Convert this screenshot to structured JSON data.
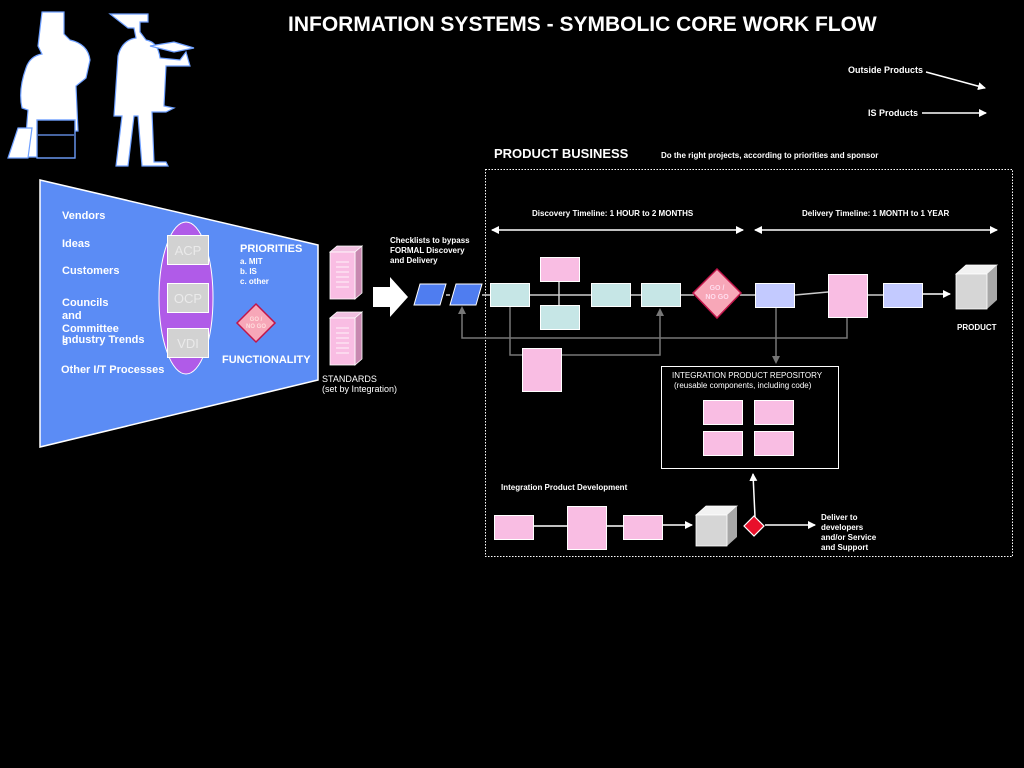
{
  "title": "INFORMATION SYSTEMS - SYMBOLIC CORE WORK FLOW",
  "legend": {
    "outside_products": "Outside Products",
    "is_products": "IS Products"
  },
  "funnel": {
    "inputs": [
      "Vendors",
      "Ideas",
      "Customers",
      "Councils\nand\nCommittee\ns",
      "Industry Trends",
      "Other I/T Processes"
    ],
    "filters": [
      "ACP",
      "OCP",
      "VDI"
    ],
    "priorities_title": "PRIORITIES",
    "priorities": [
      "a.  MIT",
      "b.  IS",
      "c.  other"
    ],
    "go_no_go": "GO /\nNO GO",
    "functionality": "FUNCTIONALITY"
  },
  "standards": {
    "label_line1": "STANDARDS",
    "label_line2": "(set by Integration)"
  },
  "checklists": {
    "line1": "Checklists to bypass",
    "line2": "FORMAL Discovery",
    "line3": "and Delivery"
  },
  "product_business": {
    "title": "PRODUCT BUSINESS",
    "subtitle": "Do the right projects, according to priorities and sponsor",
    "discovery_timeline": "Discovery Timeline:  1 HOUR to 2 MONTHS",
    "delivery_timeline": "Delivery Timeline:  1 MONTH to 1 YEAR",
    "go_no_go": "GO /\nNO GO",
    "product_label": "PRODUCT"
  },
  "repository": {
    "title": "INTEGRATION PRODUCT REPOSITORY",
    "subtitle": "(reusable components, including code)"
  },
  "integration_dev": {
    "title": "Integration Product Development",
    "deliver": [
      "Deliver to",
      "developers",
      "and/or Service",
      "and Support"
    ]
  },
  "colors": {
    "funnel_blue": "#5b8cf5",
    "ellipse_purple": "#b05be8",
    "pink": "#f9bde3",
    "teal": "#c6e6e6",
    "lavender": "#c3caff",
    "diamond_pink": "#f7a7b8",
    "diamond_red": "#e8102a",
    "parallelogram_blue": "#4f7df0"
  }
}
